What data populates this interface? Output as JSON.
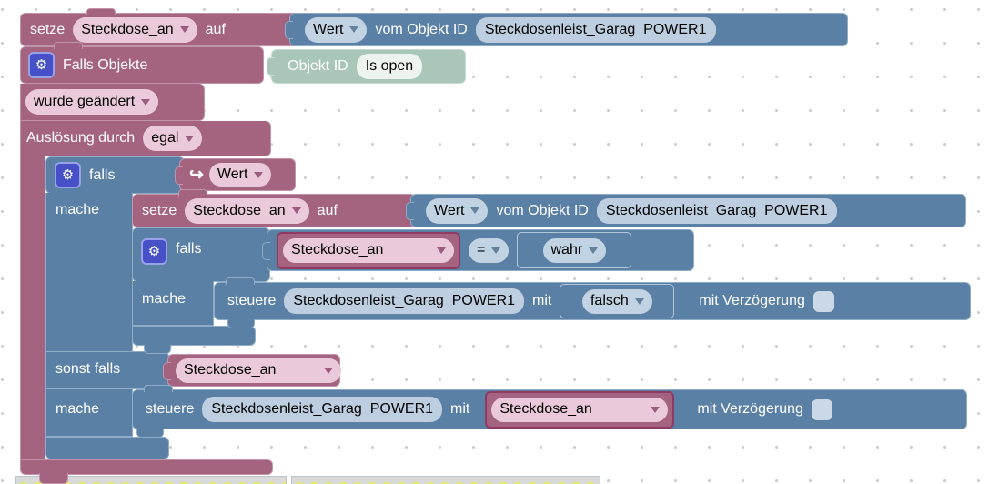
{
  "icons": {
    "gear": "⚙",
    "hook_arrow": "↪"
  },
  "colors": {
    "purple_block": "#a4647f",
    "blue_block": "#5b80a5",
    "green_block": "#a9c6b8",
    "pink_dropdown": "#eac9da",
    "blue_dropdown": "#c1d2e2",
    "blue_field": "#bccedf",
    "gear_badge": "#4650c7",
    "stub_background": "#d9d9d9",
    "stub_zigzag": "#e7ee66",
    "workspace_background": "#ffffff"
  },
  "blocks": {
    "set_state_top": {
      "setze_label": "setze",
      "variable": "Steckdose_an",
      "auf_label": "auf",
      "value_block": {
        "wert": "Wert",
        "vom_objekt_id_label": "vom Objekt ID",
        "objekt_id": "Steckdosenleist_Garag  POWER1"
      }
    },
    "falls_objekte_trigger": {
      "title": "Falls Objekte",
      "objekt_id_label": "Objekt ID",
      "objekt_id_value": "Is open",
      "aenderung_dropdown": "wurde geändert",
      "ausloesung_label": "Auslösung durch",
      "ausloesung_dropdown": "egal"
    },
    "if_outer": {
      "falls_label": "falls",
      "trigger_value_block": {
        "wert": "Wert"
      },
      "mache_label": "mache",
      "sonst_falls_label": "sonst falls",
      "sonst_condition_variable": "Steckdose_an",
      "mache2_label": "mache"
    },
    "set_state_inner": {
      "setze_label": "setze",
      "variable": "Steckdose_an",
      "auf_label": "auf",
      "value_block": {
        "wert": "Wert",
        "vom_objekt_id_label": "vom Objekt ID",
        "objekt_id": "Steckdosenleist_Garag  POWER1"
      }
    },
    "if_inner": {
      "falls_label": "falls",
      "mache_label": "mache",
      "compare": {
        "variable": "Steckdose_an",
        "operator": "=",
        "value": "wahr"
      }
    },
    "control_inner": {
      "steuere_label": "steuere",
      "objekt_id": "Steckdosenleist_Garag  POWER1",
      "mit_label": "mit",
      "value": "falsch",
      "delay_label": "mit Verzögerung",
      "delay_checked": false
    },
    "control_outer": {
      "steuere_label": "steuere",
      "objekt_id": "Steckdosenleist_Garag  POWER1",
      "mit_label": "mit",
      "value_variable": "Steckdose_an",
      "delay_label": "mit Verzögerung",
      "delay_checked": false
    }
  }
}
